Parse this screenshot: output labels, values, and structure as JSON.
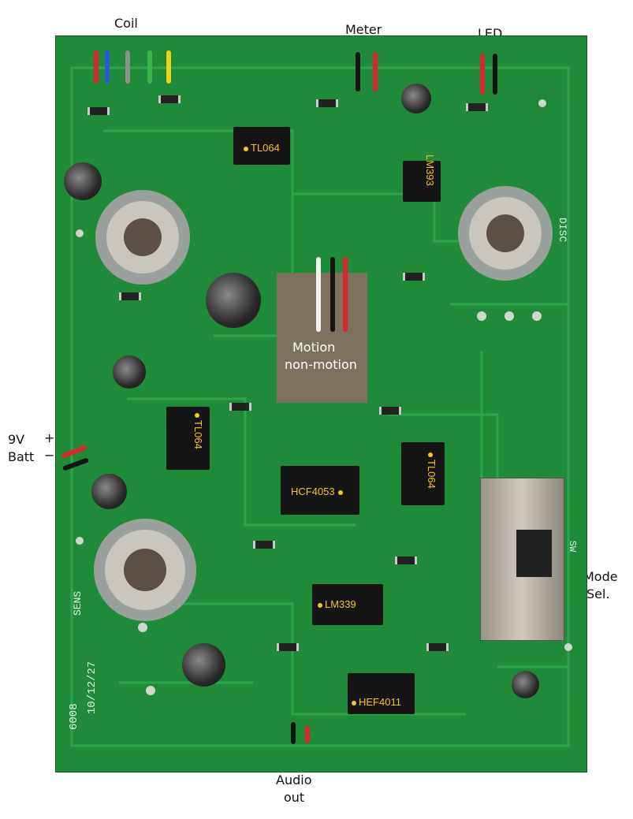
{
  "labels": {
    "coil": "Coil",
    "meter": "Meter",
    "led": "LED",
    "motion_line1": "Motion",
    "motion_line2": "non-motion",
    "batt_voltage": "9V",
    "batt_word": "Batt",
    "batt_plus": "+",
    "batt_minus": "−",
    "mode_line1": "Mode",
    "mode_line2": "Sel.",
    "audio_line1": "Audio",
    "audio_line2": "out"
  },
  "chips": {
    "tl064_top": "TL064",
    "lm393": "LM393",
    "tl064_left": "TL064",
    "hcf4053": "HCF4053",
    "tl064_right": "TL064",
    "lm339": "LM339",
    "hef4011": "HEF4011"
  },
  "silkscreen": {
    "board_id": "6008",
    "date": "10/12/27",
    "sens": "SENS",
    "disc": "DISC",
    "sw": "SW"
  },
  "colors": {
    "pcb": "#1f8a3a",
    "chip_label": "#f5c518",
    "wire_red": "#d8262b",
    "wire_blue": "#2a5ad8",
    "wire_green": "#3cb54a",
    "wire_yellow": "#f0d21a",
    "wire_white": "#f2f2f2",
    "wire_black": "#141414"
  }
}
